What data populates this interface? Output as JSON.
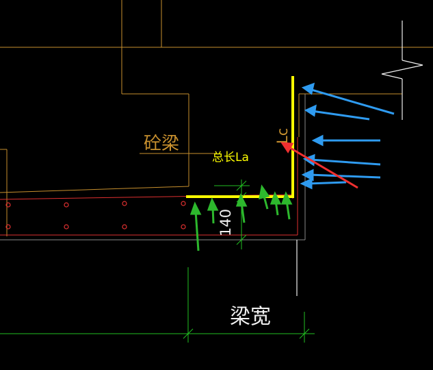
{
  "labels": {
    "beam": "砼梁",
    "total_length": "总长La",
    "beam_width": "梁宽",
    "dim_140": "140",
    "lc": "Lc"
  },
  "colors": {
    "background": "#000000",
    "outline": "#c8902e",
    "concrete_edge": "#e03030",
    "rebar": "#ffff00",
    "dimension": "#22c022",
    "arrow_blue": "#2f9bf0",
    "arrow_red": "#f03030",
    "arrow_green": "#2db82d",
    "white_line": "#f0f0f0"
  },
  "icons": {
    "break_mark": "zigzag-break-icon",
    "rebar_dot": "circle-icon"
  }
}
